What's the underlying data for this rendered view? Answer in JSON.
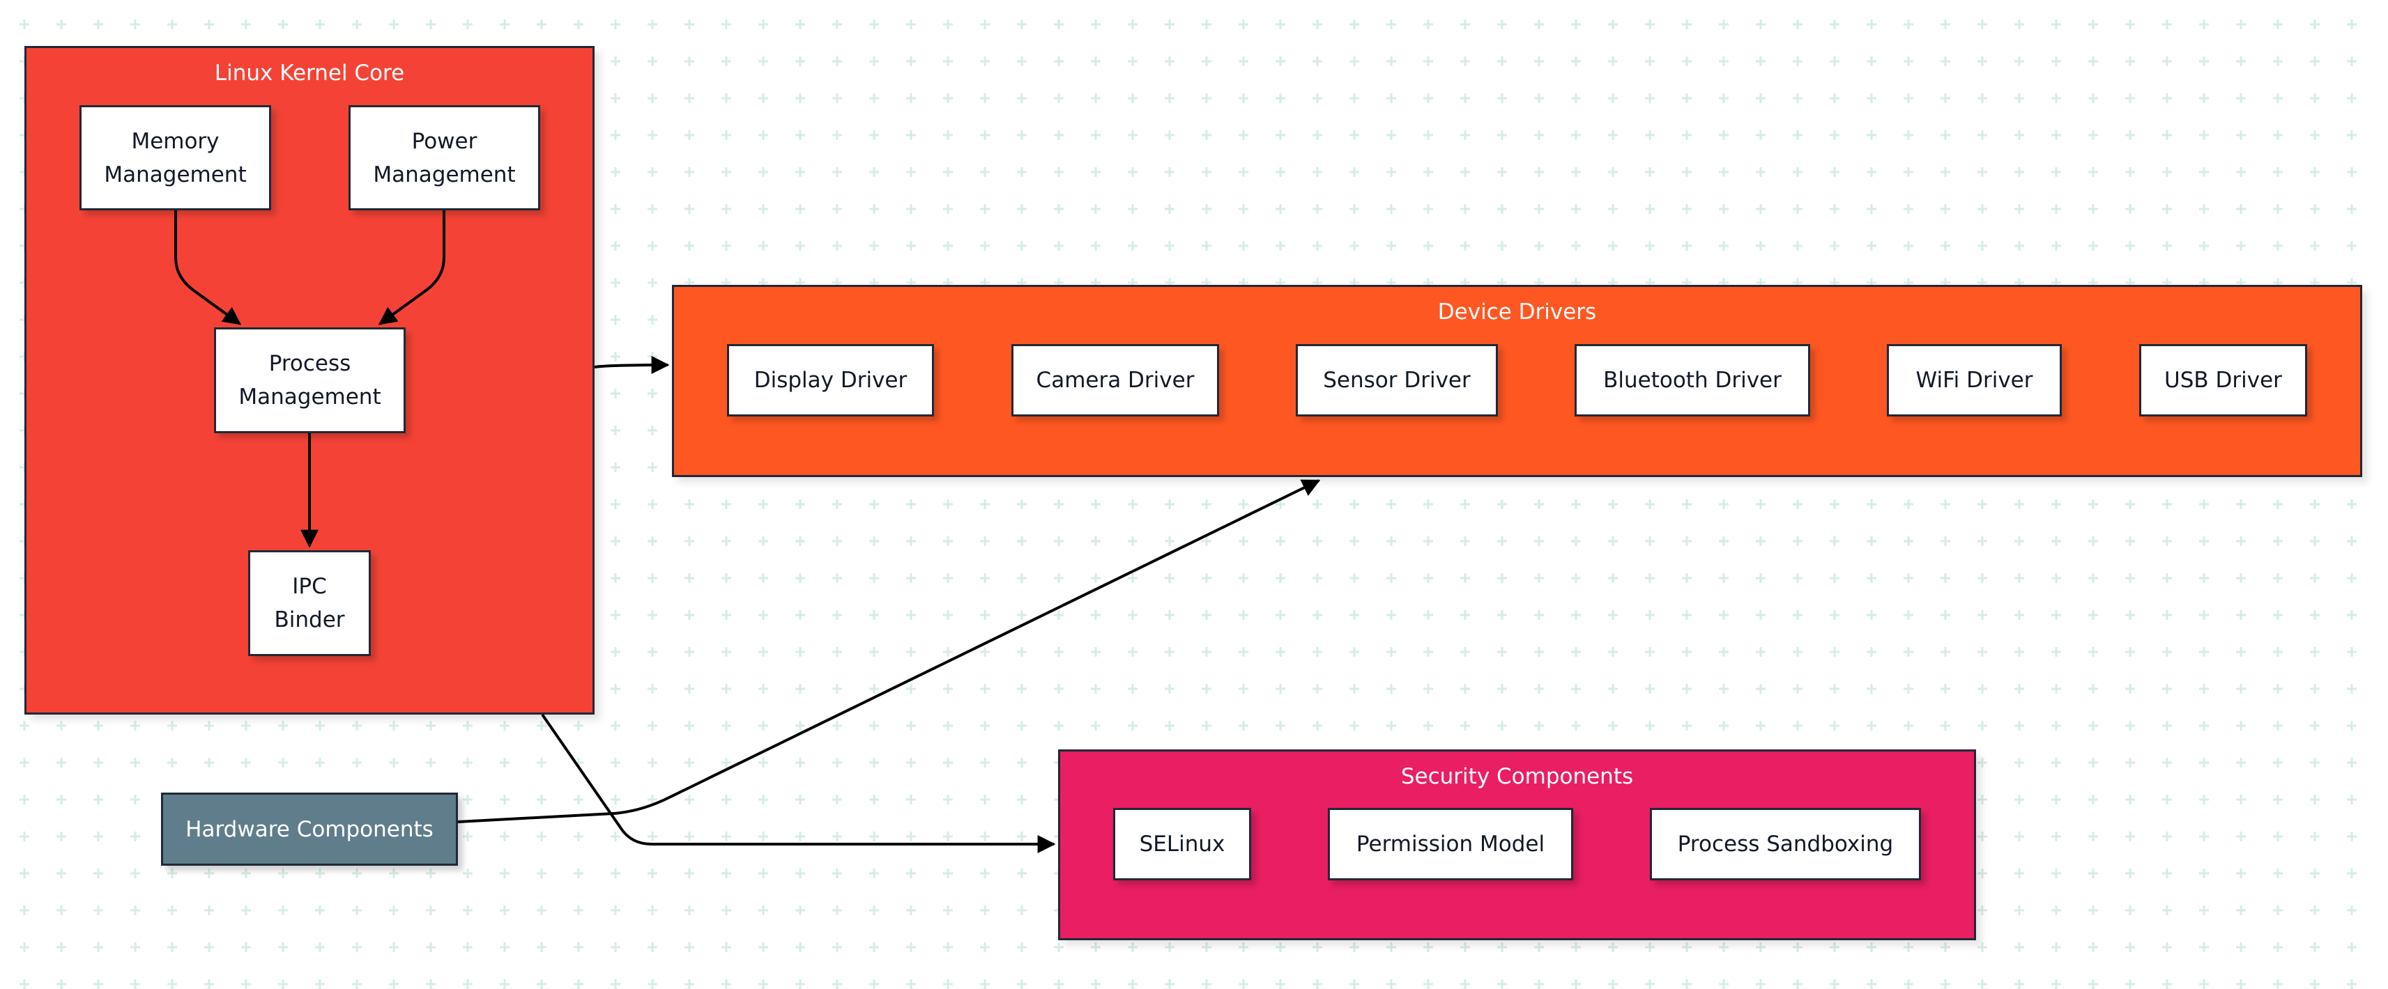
{
  "colors": {
    "kernel_fill": "#f44336",
    "drivers_fill": "#ff5722",
    "security_fill": "#e91e63",
    "hardware_fill": "#607d8b",
    "node_fill": "#ffffff",
    "stroke": "#1f2937",
    "grid_marker": "#d6ece7"
  },
  "groups": {
    "kernel": {
      "title": "Linux Kernel Core"
    },
    "drivers": {
      "title": "Device Drivers"
    },
    "security": {
      "title": "Security Components"
    }
  },
  "nodes": {
    "memory": "Memory\nManagement",
    "power": "Power\nManagement",
    "process": "Process\nManagement",
    "ipc": "IPC\nBinder",
    "display": "Display Driver",
    "camera": "Camera Driver",
    "sensor": "Sensor Driver",
    "bluetooth": "Bluetooth Driver",
    "wifi": "WiFi Driver",
    "usb": "USB Driver",
    "hardware": "Hardware Components",
    "selinux": "SELinux",
    "permission": "Permission Model",
    "sandboxing": "Process Sandboxing"
  },
  "edges": [
    {
      "from": "Memory Management",
      "to": "Process Management"
    },
    {
      "from": "Power Management",
      "to": "Process Management"
    },
    {
      "from": "Process Management",
      "to": "IPC Binder"
    },
    {
      "from": "Linux Kernel Core",
      "to": "Device Drivers"
    },
    {
      "from": "Linux Kernel Core",
      "to": "Security Components"
    },
    {
      "from": "Hardware Components",
      "to": "Device Drivers"
    }
  ]
}
